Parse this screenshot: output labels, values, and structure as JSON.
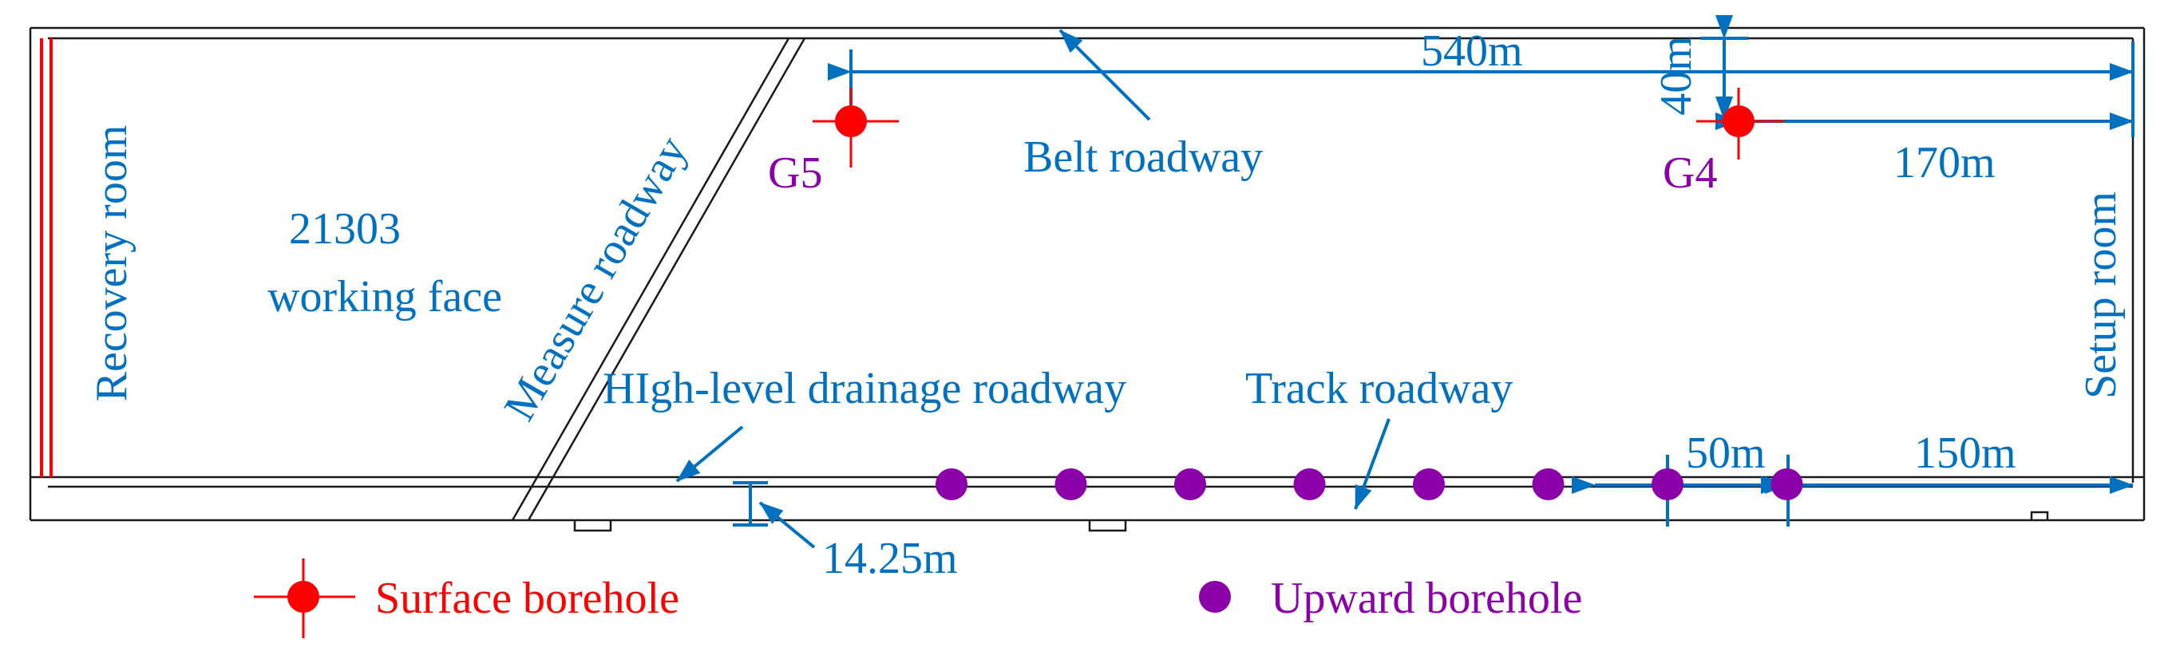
{
  "colors": {
    "outline": "#1a1a1a",
    "accent_blue": "#0070c0",
    "surface_red": "#ff0000",
    "upward_purple": "#8b00a8"
  },
  "labels": {
    "recovery_room": "Recovery room",
    "working_face_line1": "21303",
    "working_face_line2": "working face",
    "measure_roadway": "Measure roadway",
    "belt_roadway": "Belt roadway",
    "setup_room": "Setup room",
    "high_level_drainage_roadway": "HIgh-level drainage roadway",
    "track_roadway": "Track roadway"
  },
  "boreholes": {
    "g5": "G5",
    "g4": "G4"
  },
  "dimensions": {
    "d540": "540m",
    "d40": "40m",
    "d170": "170m",
    "d50": "50m",
    "d150": "150m",
    "d1425": "14.25m"
  },
  "legend": {
    "surface_borehole": "Surface borehole",
    "upward_borehole": "Upward borehole"
  },
  "upward_borehole_count": 8
}
